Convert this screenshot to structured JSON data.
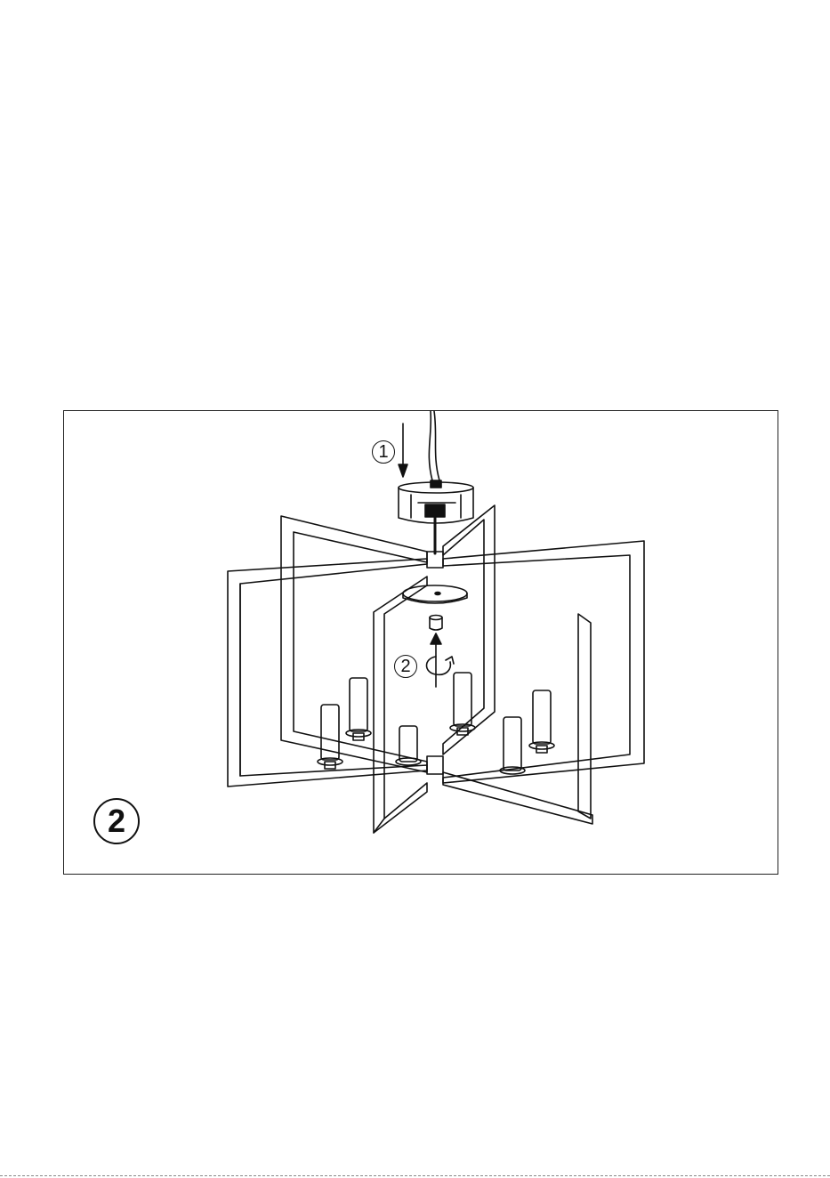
{
  "figure": {
    "step_number": "2",
    "callouts": [
      {
        "label": "1"
      },
      {
        "label": "2"
      }
    ]
  },
  "colors": {
    "line": "#111111",
    "frame": "#222222",
    "background": "#ffffff"
  }
}
